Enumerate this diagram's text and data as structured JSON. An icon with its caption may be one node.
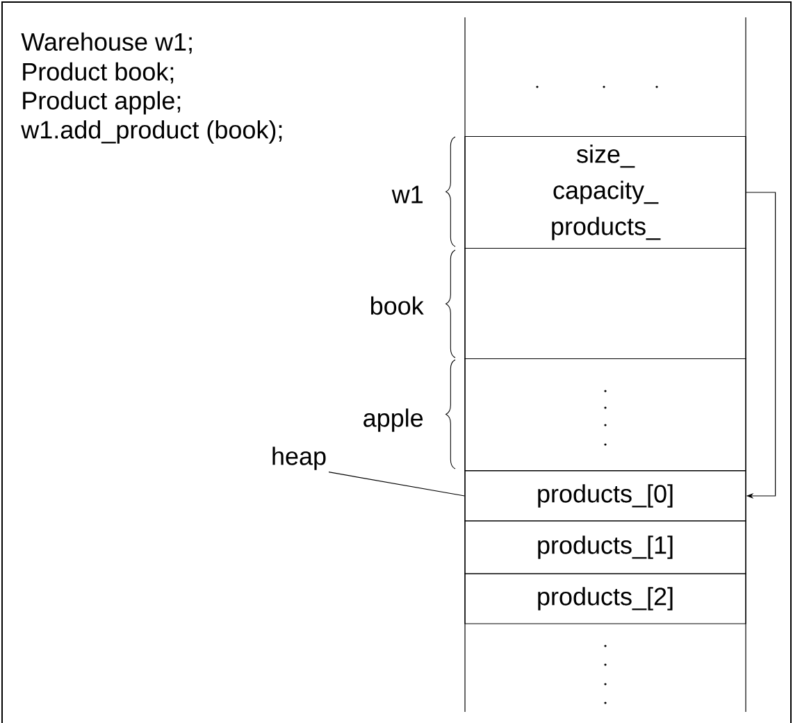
{
  "diagram": {
    "nodes": [
      {
        "text": [
          "size_",
          "capacity_",
          "products_"
        ]
      },
      {
        "text": [],
        "shape": "box"
      },
      {
        "text": [],
        "shape": "box"
      },
      {
        "text": [
          "heap"
        ]
      },
      {
        "text": [
          "products_[0]"
        ]
      },
      {
        "text": [
          "products_[1]"
        ]
      },
      {
        "text": [
          "products_[2]"
        ]
      }
    ],
    "edges": [
      {
        "from": 0,
        "to": 4,
        "arrow": "to"
      },
      {
        "from": 3,
        "to": 4,
        "arrow": "none"
      }
    ],
    "labels": [
      "Warehouse w1;",
      "Product book;",
      "Product apple;",
      "w1.add_product (book);",
      "w1",
      "book",
      "apple"
    ]
  }
}
